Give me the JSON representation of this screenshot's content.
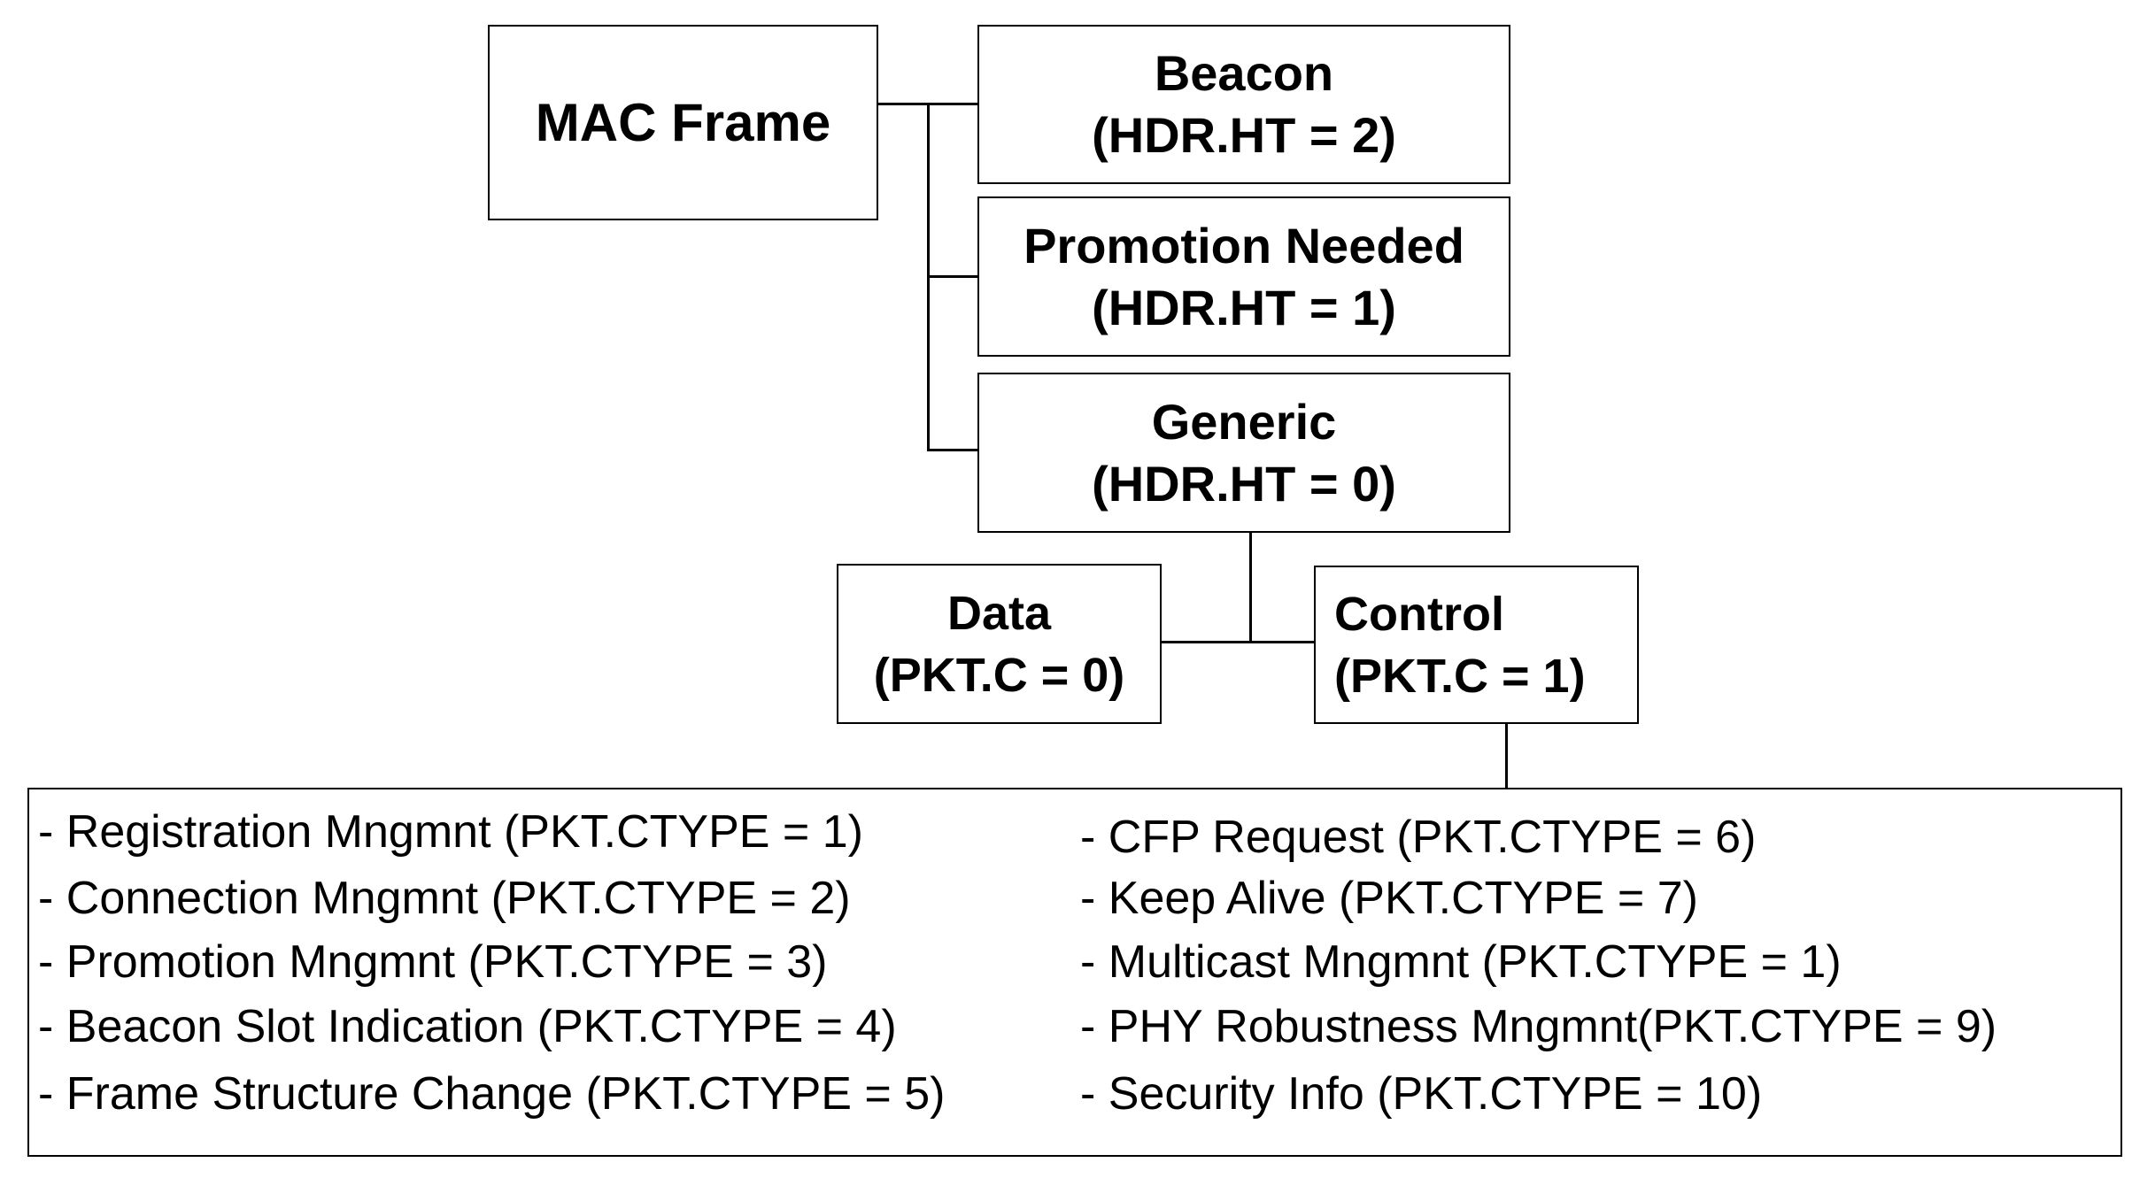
{
  "root": {
    "label": "MAC Frame"
  },
  "header_types": [
    {
      "name": "Beacon",
      "condition": "(HDR.HT = 2)"
    },
    {
      "name": "Promotion Needed",
      "condition": "(HDR.HT = 1)"
    },
    {
      "name": "Generic",
      "condition": "(HDR.HT = 0)"
    }
  ],
  "packet_types": [
    {
      "name": "Data",
      "condition": "(PKT.C = 0)"
    },
    {
      "name": "Control",
      "condition": "(PKT.C = 1)"
    }
  ],
  "control_types": {
    "left": [
      "- Registration Mngmnt (PKT.CTYPE = 1)",
      "- Connection Mngmnt (PKT.CTYPE = 2)",
      "- Promotion Mngmnt (PKT.CTYPE = 3)",
      "- Beacon Slot Indication (PKT.CTYPE = 4)",
      "- Frame Structure Change (PKT.CTYPE = 5)"
    ],
    "right": [
      "- CFP Request (PKT.CTYPE = 6)",
      "- Keep Alive (PKT.CTYPE = 7)",
      "- Multicast Mngmnt (PKT.CTYPE = 1)",
      "- PHY Robustness Mngmnt(PKT.CTYPE = 9)",
      "- Security Info (PKT.CTYPE = 10)"
    ]
  }
}
